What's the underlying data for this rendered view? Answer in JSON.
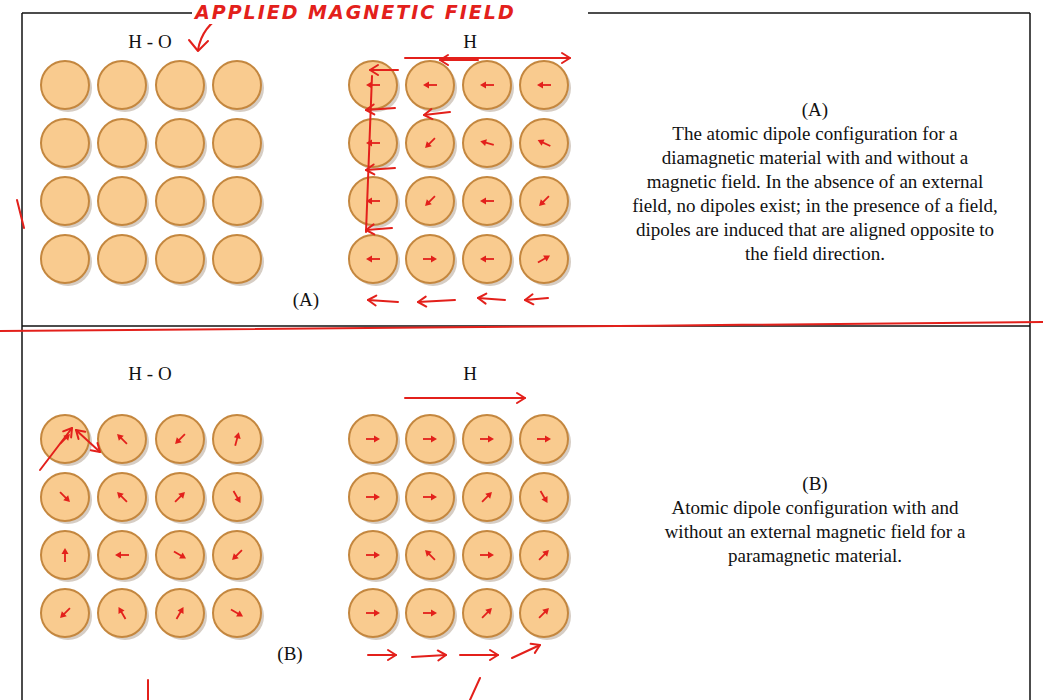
{
  "diagram": {
    "labels": [
      "APPLIED MAGNETIC FIELD",
      "H - O",
      "H",
      "(A)",
      "The atomic dipole configuration for a diamagnetic material with and without a magnetic field. In the absence of an external field, no dipoles exist; in the presence of a field, dipoles are induced that are aligned opposite to the field direction.",
      "(A)",
      "H - O",
      "H",
      "(B)",
      "Atomic dipole configuration with and without an external magnetic field for a paramagnetic material.",
      "(B)"
    ]
  }
}
